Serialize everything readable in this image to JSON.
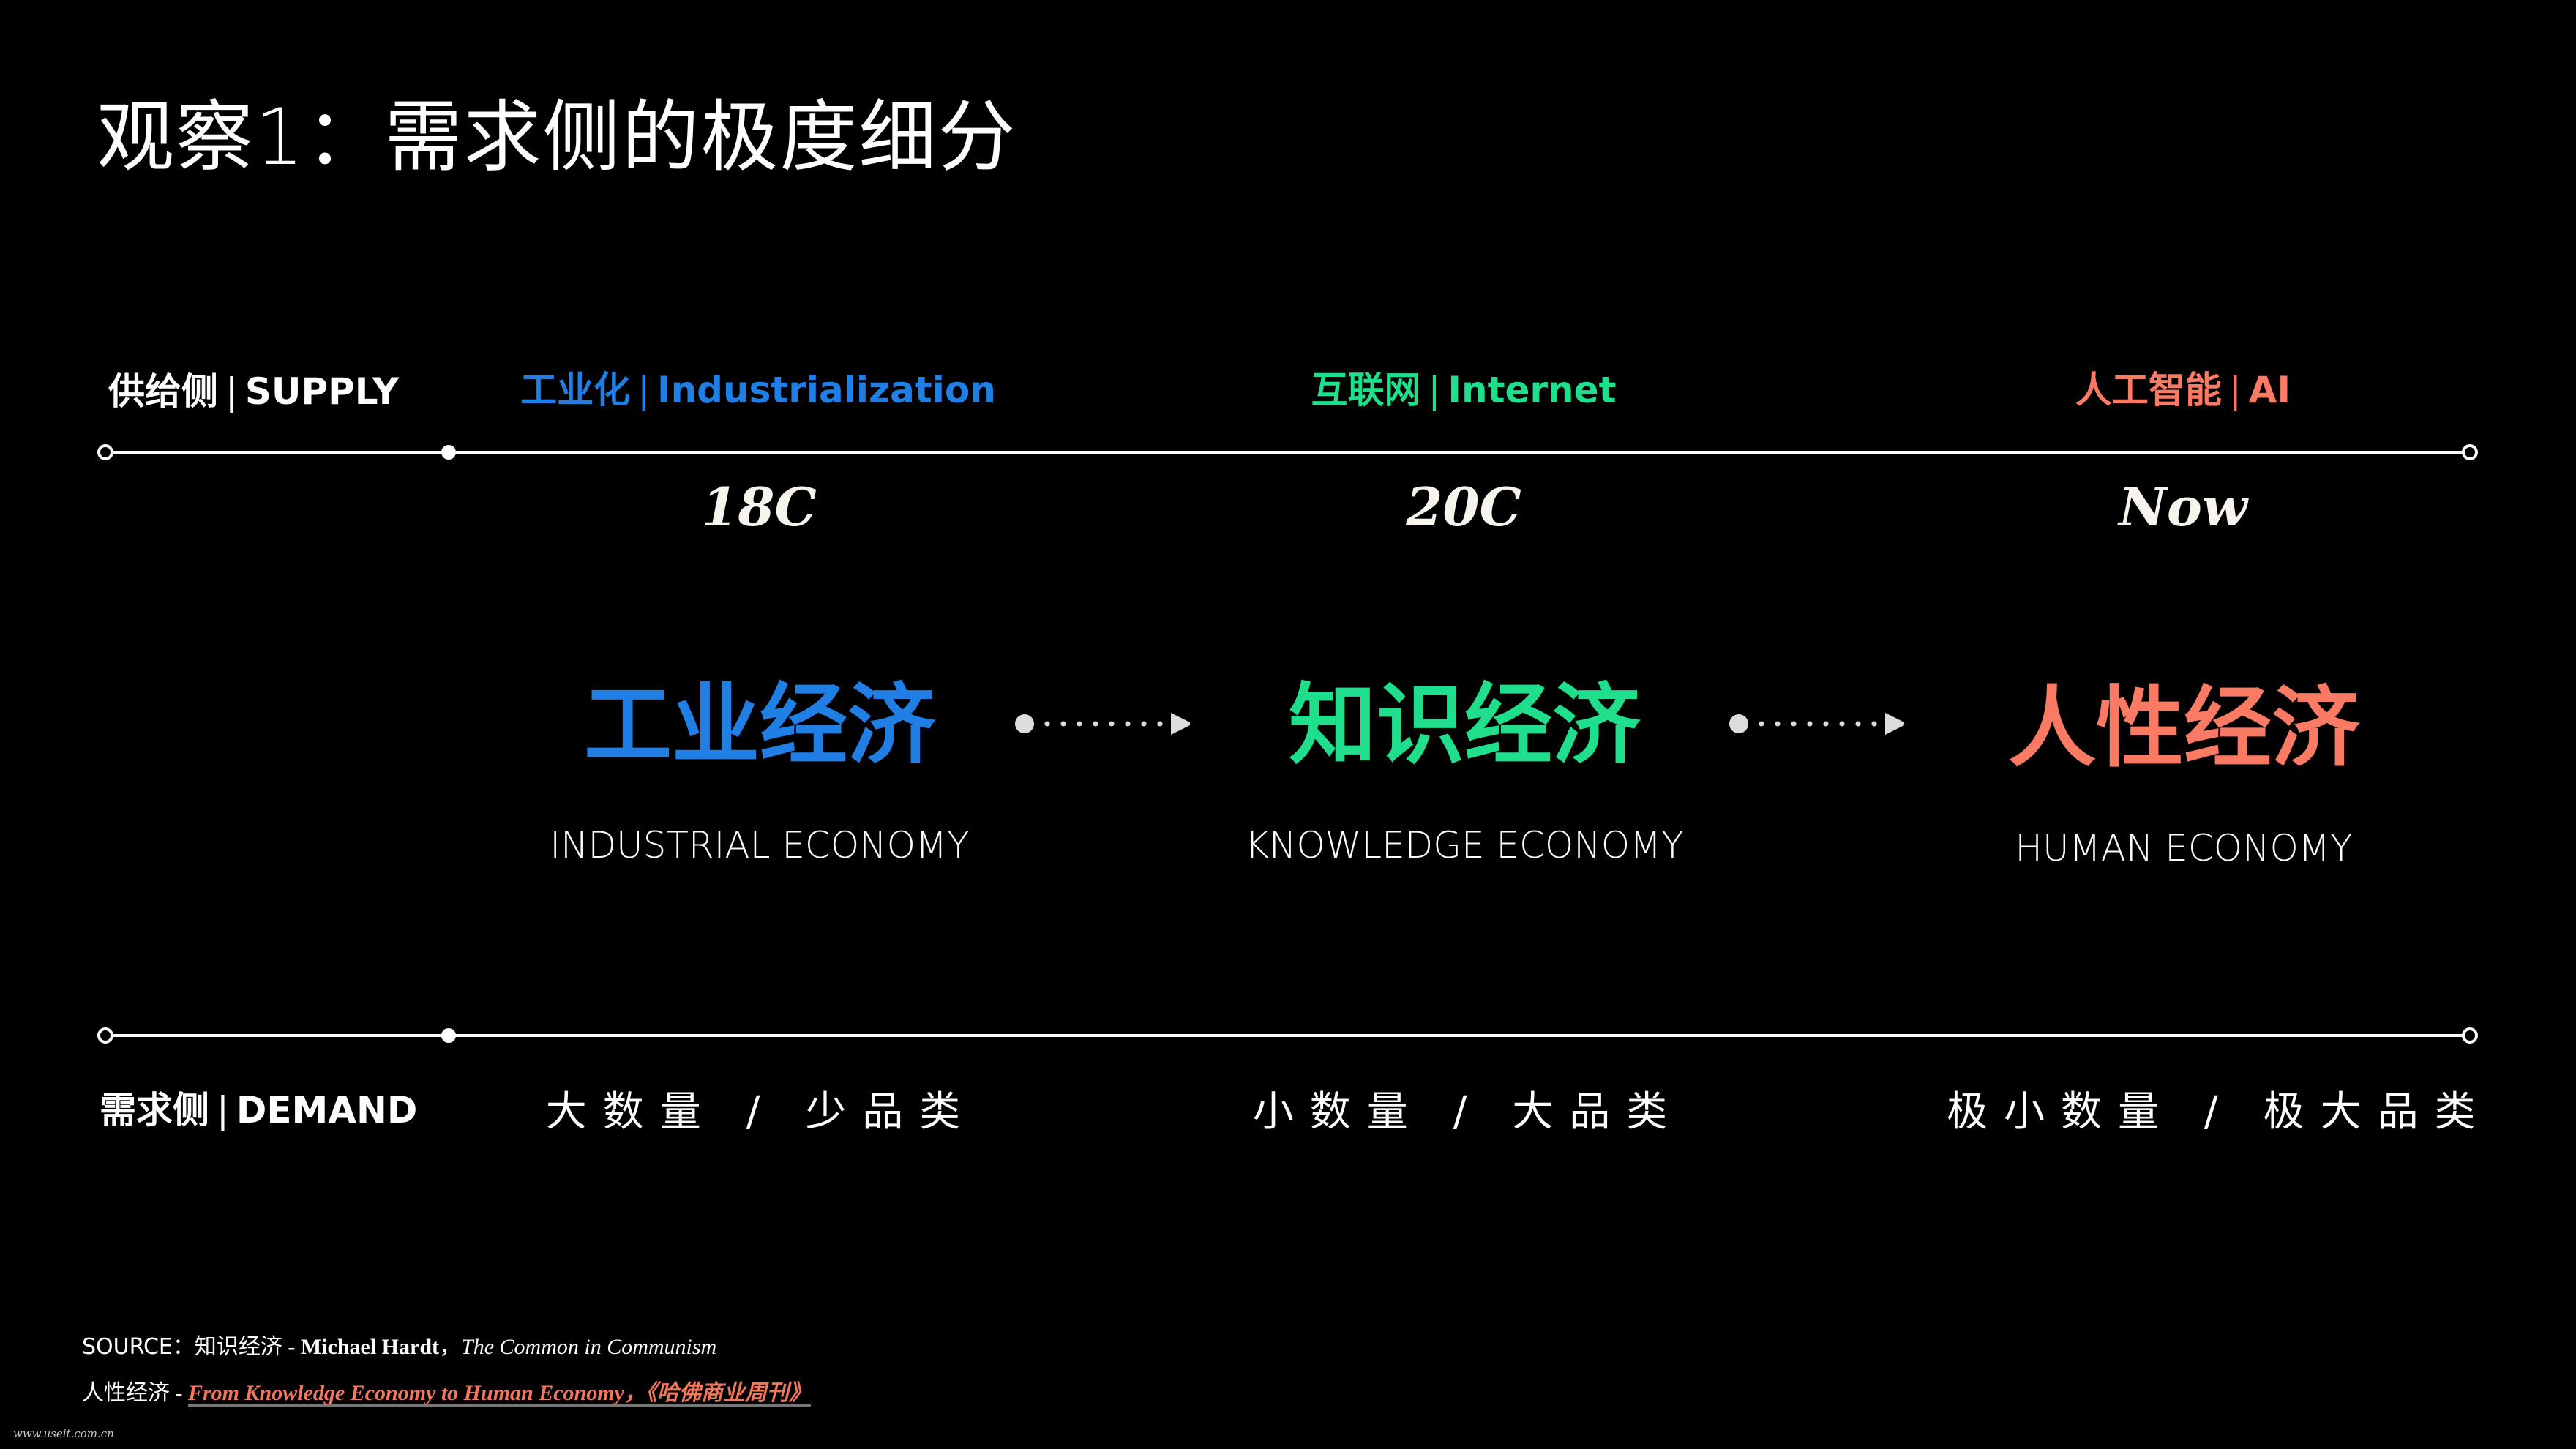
{
  "title": "观察1：需求侧的极度细分",
  "colors": {
    "industrial": "#1F7FE5",
    "knowledge": "#1FDF8C",
    "human": "#FA7A63",
    "background": "#000000",
    "timeline": "#FFFFFF",
    "arrow": "#DDDDDD"
  },
  "supply": {
    "label_zh": "供给侧",
    "separator": "|",
    "label_en": "SUPPLY"
  },
  "demand": {
    "label_zh": "需求侧",
    "separator": "|",
    "label_en": "DEMAND"
  },
  "eras": [
    {
      "tech_zh": "工业化",
      "tech_en": "Industrialization",
      "period": "18C",
      "economy_zh": "工业经济",
      "economy_en": "INDUSTRIAL ECONOMY",
      "demand": "大数量 / 少品类"
    },
    {
      "tech_zh": "互联网",
      "tech_en": "Internet",
      "period": "20C",
      "economy_zh": "知识经济",
      "economy_en": "KNOWLEDGE ECONOMY",
      "demand": "小数量 / 大品类"
    },
    {
      "tech_zh": "人工智能",
      "tech_en": "AI",
      "period": "Now",
      "economy_zh": "人性经济",
      "economy_en": "HUMAN ECONOMY",
      "demand": "极小数量 / 极大品类"
    }
  ],
  "source": {
    "prefix": "SOURCE：",
    "line1_topic": "知识经济",
    "line1_dash": " - ",
    "line1_author": "Michael Hardt",
    "line1_comma": "，",
    "line1_work": "The Common in Communism",
    "line2_topic": "人性经济",
    "line2_dash": " - ",
    "line2_link": "From Knowledge Economy to Human Economy，《哈佛商业周刊》"
  },
  "watermark": "www.useit.com.cn"
}
